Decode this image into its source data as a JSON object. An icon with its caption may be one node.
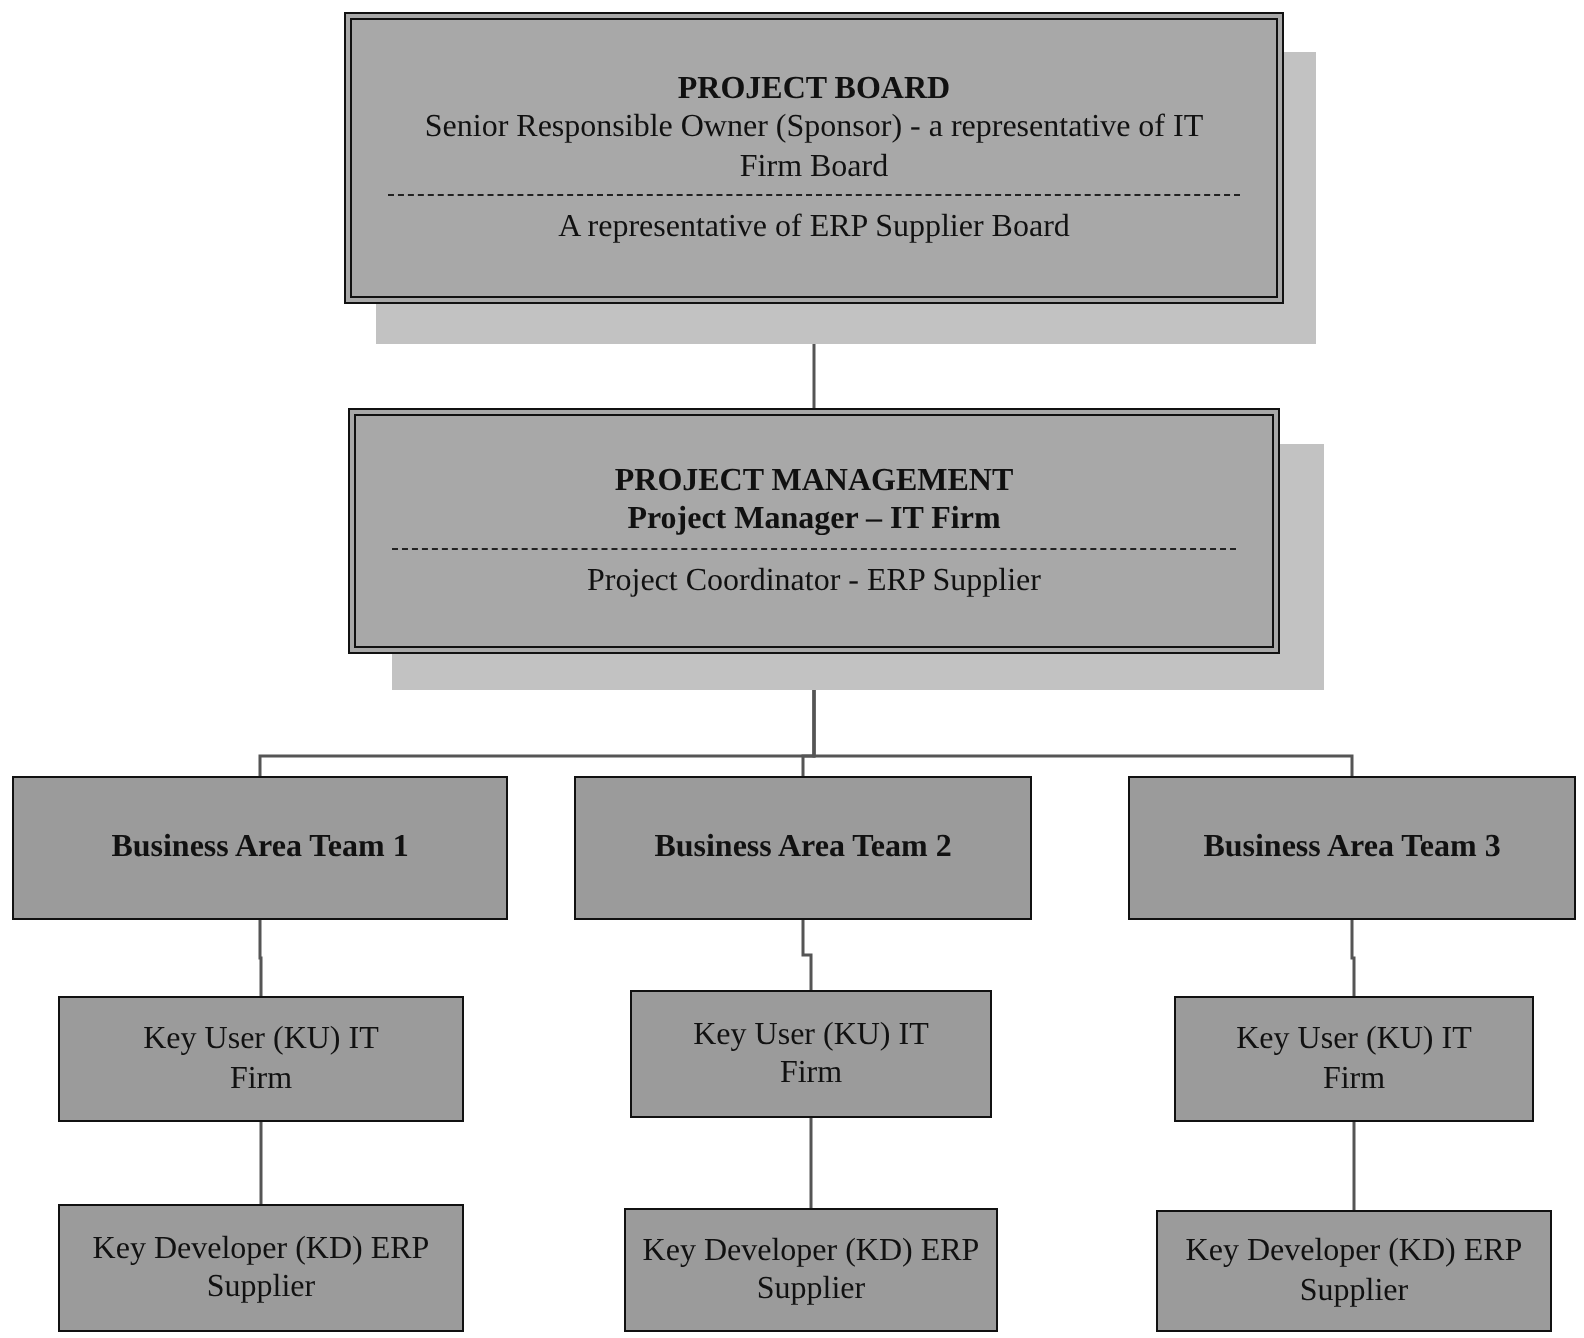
{
  "diagram": {
    "nodes": [
      {
        "text": [
          "PROJECT BOARD",
          "Senior Responsible Owner (Sponsor) - a representative of IT Firm Board",
          "A representative of ERP Supplier Board"
        ]
      },
      {
        "text": [
          "PROJECT MANAGEMENT",
          "Project Manager – IT Firm",
          "Project Coordinator - ERP Supplier"
        ]
      },
      {
        "text": [
          "Business Area Team 1"
        ]
      },
      {
        "text": [
          "Business Area Team 2"
        ]
      },
      {
        "text": [
          "Business Area Team 3"
        ]
      },
      {
        "text": [
          "Key User (KU) IT Firm"
        ]
      },
      {
        "text": [
          "Key User (KU) IT Firm"
        ]
      },
      {
        "text": [
          "Key User (KU) IT Firm"
        ]
      },
      {
        "text": [
          "Key Developer (KD) ERP Supplier"
        ]
      },
      {
        "text": [
          "Key Developer (KD) ERP Supplier"
        ]
      },
      {
        "text": [
          "Key Developer (KD) ERP Supplier"
        ]
      }
    ],
    "edges": [
      {
        "from": 0,
        "to": 1,
        "arrow": "none"
      },
      {
        "from": 1,
        "to": 2,
        "arrow": "none"
      },
      {
        "from": 1,
        "to": 3,
        "arrow": "none"
      },
      {
        "from": 1,
        "to": 4,
        "arrow": "none"
      },
      {
        "from": 2,
        "to": 5,
        "arrow": "none"
      },
      {
        "from": 5,
        "to": 8,
        "arrow": "none"
      },
      {
        "from": 3,
        "to": 6,
        "arrow": "none"
      },
      {
        "from": 6,
        "to": 9,
        "arrow": "none"
      },
      {
        "from": 4,
        "to": 7,
        "arrow": "none"
      },
      {
        "from": 7,
        "to": 10,
        "arrow": "none"
      }
    ]
  }
}
